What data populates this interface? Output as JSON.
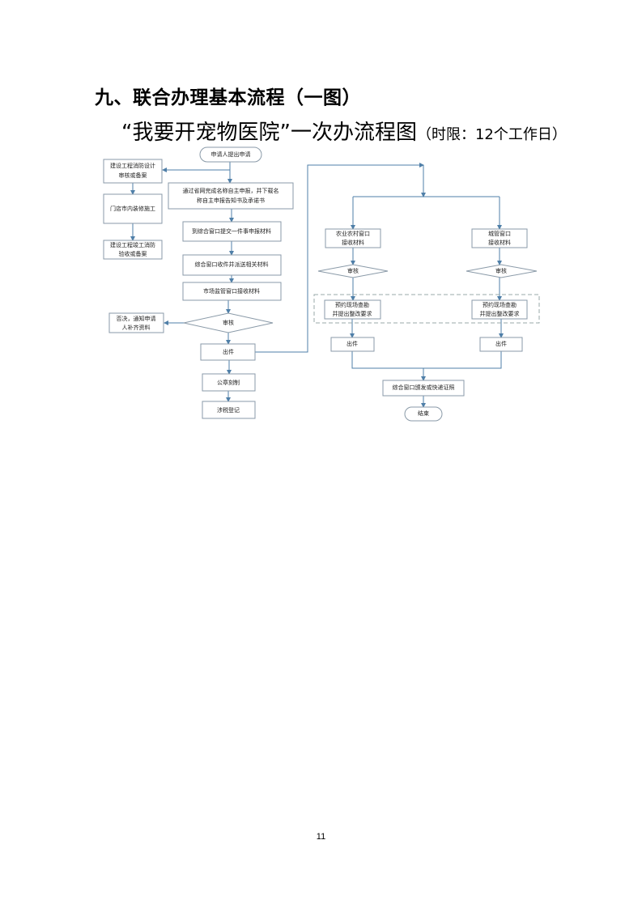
{
  "heading": "九、联合办理基本流程（一图）",
  "subtitle": {
    "main": "“我要开宠物医院”一次办流程图",
    "note": "（时限：12个工作日）"
  },
  "flow": {
    "start": "申请人提出申请",
    "fire_design": [
      "建设工程消防设计",
      "审核或备案"
    ],
    "renovation": "门店市内装修施工",
    "fire_acceptance": [
      "建设工程竣工消防",
      "验收或备案"
    ],
    "name_declare": [
      "通过省网完成名称自主申报，并下载名",
      "称自主申报告知书及承诺书"
    ],
    "submit": "到综合窗口提交一件事申报材料",
    "dispatch": "综合窗口收件并派送相关材料",
    "market_receive": "市场监管窗口接收材料",
    "review": "审核",
    "reject": [
      "否决，通知申请",
      "人补齐资料"
    ],
    "issue": "出件",
    "seal": "公章刻制",
    "tax": "涉税登记",
    "agri_receive": [
      "农业农村窗口",
      "接收材料"
    ],
    "urban_receive": [
      "城管窗口",
      "接收材料"
    ],
    "agri_review": "审核",
    "urban_review": "审核",
    "agri_inspect": [
      "预约现场查勘",
      "并提出整改要求"
    ],
    "urban_inspect": [
      "预约现场查勘",
      "并提出整改要求"
    ],
    "agri_issue": "出件",
    "urban_issue": "出件",
    "deliver": "综合窗口颁发或快递证照",
    "end": "结束"
  },
  "page_number": "11"
}
